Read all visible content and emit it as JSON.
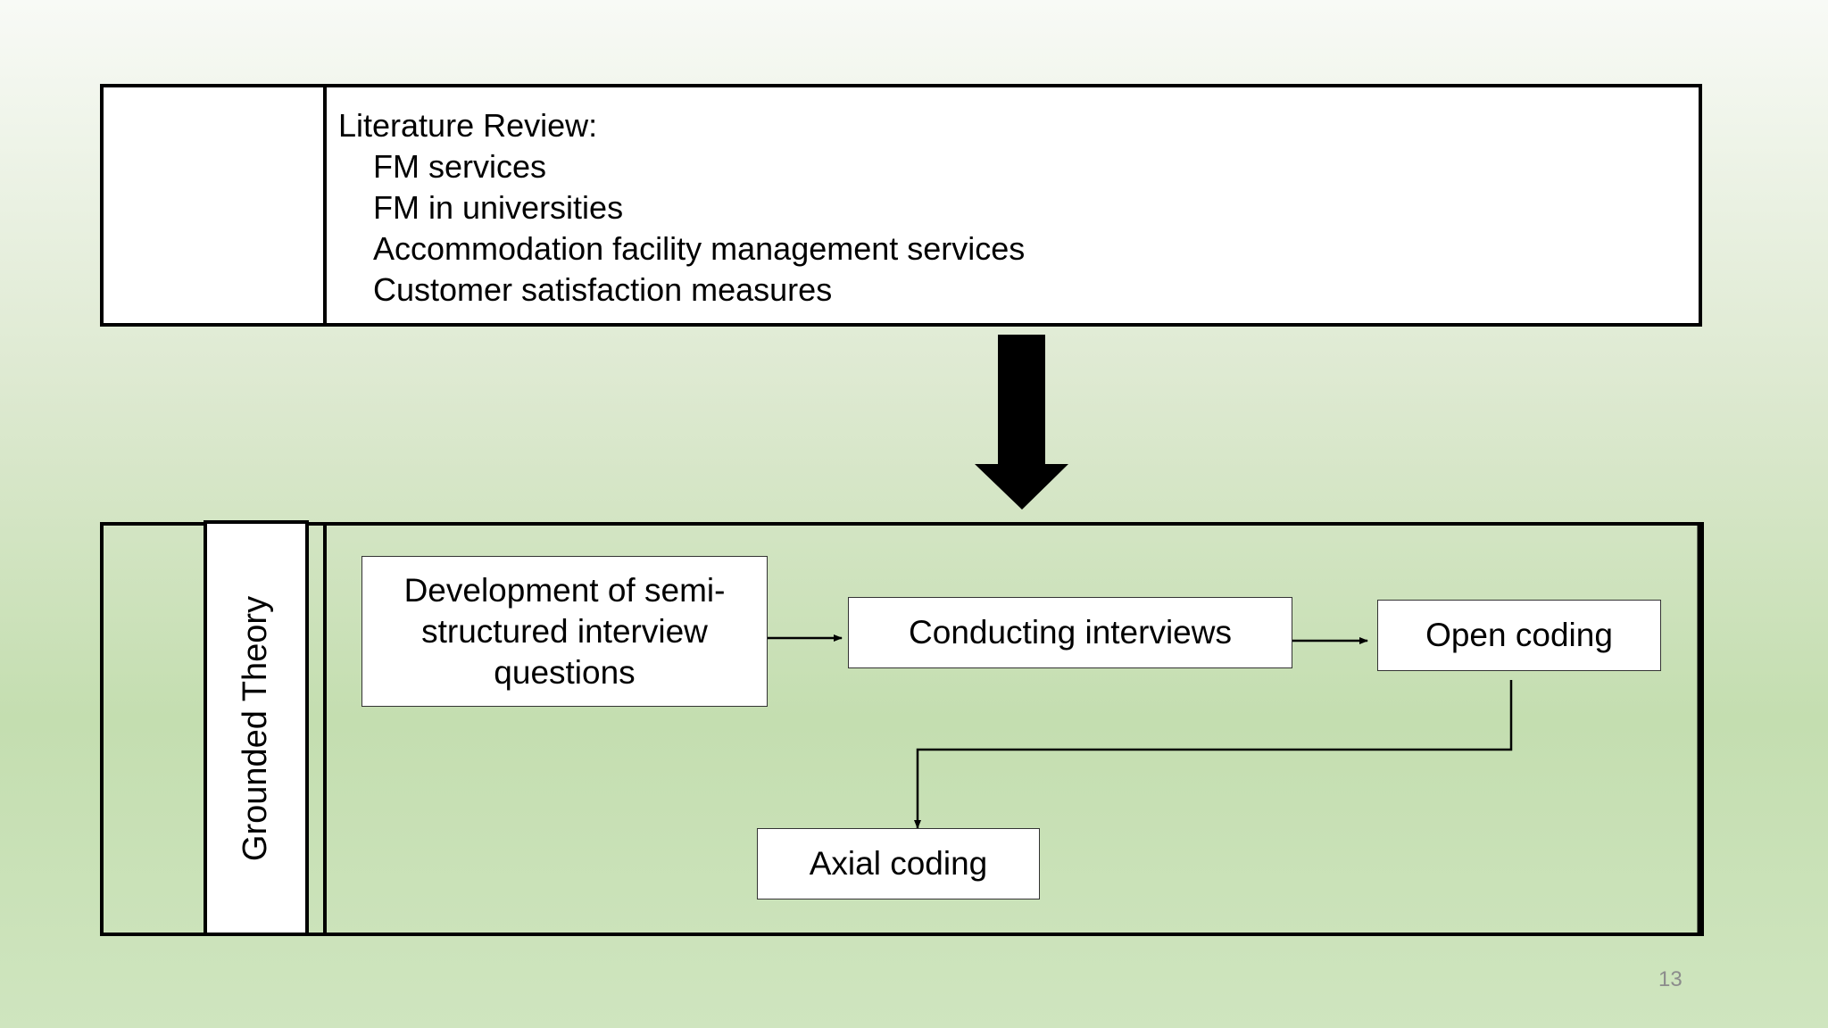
{
  "literature_review": {
    "heading": "Literature Review:",
    "items": [
      "FM services",
      "FM in universities",
      "Accommodation facility management services",
      "Customer satisfaction measures"
    ]
  },
  "grounded_theory": {
    "label": "Grounded Theory",
    "steps": {
      "development": "Development of semi-structured interview questions",
      "development_lines": [
        "Development of semi-",
        "structured interview",
        "questions"
      ],
      "interviews": "Conducting interviews",
      "open_coding": "Open coding",
      "axial_coding": "Axial coding"
    }
  },
  "page_number": "13"
}
